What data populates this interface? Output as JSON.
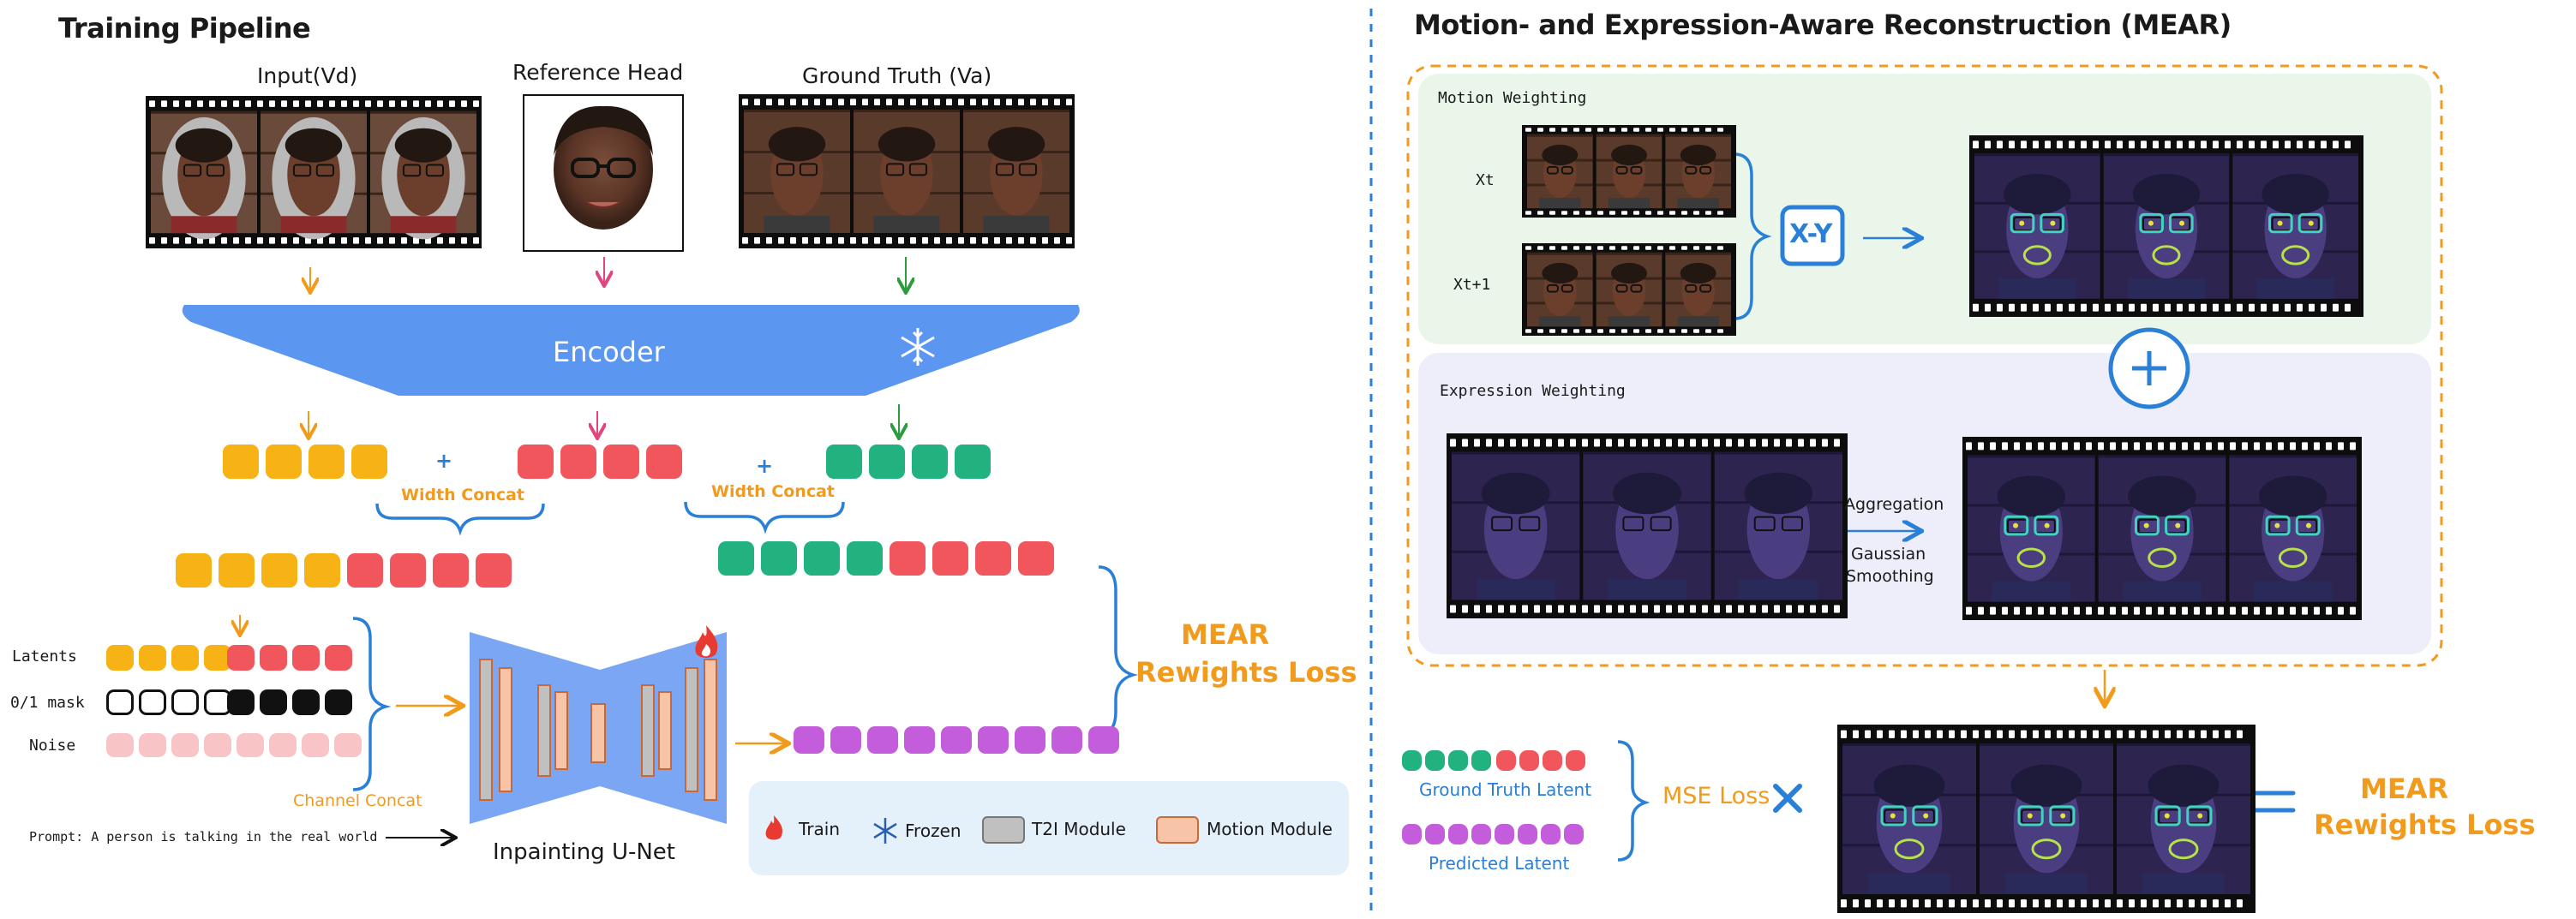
{
  "left": {
    "title": "Training Pipeline",
    "input_label": "Input(Vd)",
    "reference_label": "Reference Head",
    "ground_truth_label": "Ground Truth (Va)",
    "encoder_label": "Encoder",
    "width_concat_1": "Width Concat",
    "width_concat_2": "Width Concat",
    "plus_1": "+",
    "plus_2": "+",
    "latents_label": "Latents",
    "mask_label": "0/1 mask",
    "noise_label": "Noise",
    "channel_concat": "Channel Concat",
    "prompt": "Prompt: A person is talking in the real world",
    "unet_label": "Inpainting U-Net",
    "mear_line1": "MEAR",
    "mear_line2": "Rewights Loss",
    "legend": {
      "train": "Train",
      "frozen": "Frozen",
      "t2i": "T2I Module",
      "motion": "Motion Module"
    }
  },
  "right": {
    "title": "Motion- and Expression-Aware Reconstruction (MEAR)",
    "motion_weighting": "Motion Weighting",
    "xt": "Xt",
    "xt1": "Xt+1",
    "xy": "X-Y",
    "plus": "+",
    "expression_weighting": "Expression Weighting",
    "aggregation": "Aggregation",
    "gaussian1": "Gaussian",
    "gaussian2": "Smoothing",
    "gt_latent": "Ground Truth Latent",
    "pred_latent": "Predicted Latent",
    "mse": "MSE Loss",
    "times": "×",
    "equals": "=",
    "mear_line1": "MEAR",
    "mear_line2": "Rewights Loss"
  },
  "colors": {
    "yellow": "#f7b215",
    "red": "#f0565b",
    "green": "#21b27f",
    "purple": "#c45ddb",
    "pink": "#f9c4c6",
    "blue": "#5b97f1",
    "accent": "#2a7fd6",
    "orange": "#f29a1b",
    "motion_bg": "#e9f6e9",
    "expr_bg": "#eeeefb",
    "legend_bg": "#e4f1fb"
  }
}
